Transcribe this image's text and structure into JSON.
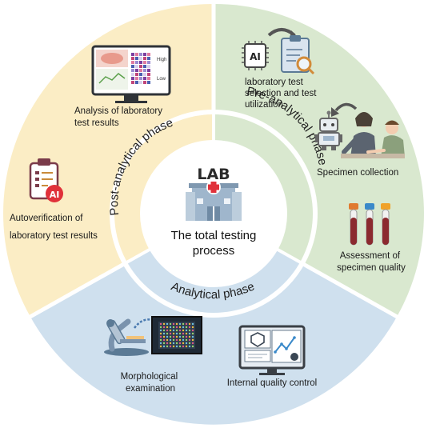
{
  "center": {
    "logo_text": "LAB",
    "title_line1": "The total testing",
    "title_line2": "process"
  },
  "phases": {
    "pre": "Pre-analytical phase",
    "analytical": "Analytical phase",
    "post": "Post-analytical phase"
  },
  "items": {
    "test_selection": [
      "laboratory test",
      "selection and test",
      "utilization"
    ],
    "specimen_collection": "Specimen collection",
    "specimen_quality": [
      "Assessment of",
      "specimen quality"
    ],
    "iqc": "Internal quality control",
    "morphology": [
      "Morphological",
      "examination"
    ],
    "autoverification": [
      "Autoverification of",
      "laboratory test results"
    ],
    "analysis": [
      "Analysis of laboratory",
      "test results"
    ]
  },
  "icons": {
    "ai_chip_text": "AI",
    "ai_clipboard_text": "AI",
    "chart_high": "High",
    "chart_low": "Low"
  },
  "colors": {
    "pre_bg": "#d9e8cf",
    "analytical_bg": "#cfe0ee",
    "post_bg": "#fbedc5",
    "ring": "#ffffff",
    "accent_red": "#e0313a"
  }
}
